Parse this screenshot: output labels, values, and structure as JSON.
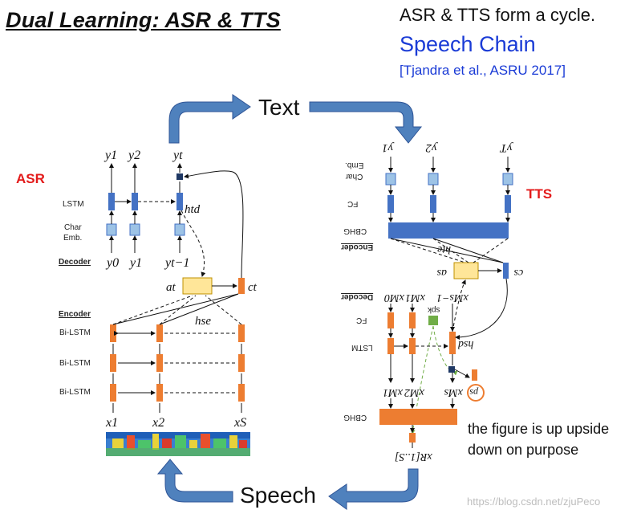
{
  "title": "Dual Learning: ASR & TTS",
  "cycle_note": "ASR & TTS form a cycle.",
  "speech_chain": "Speech Chain",
  "citation": "[Tjandra et al., ASRU 2017]",
  "cycle": {
    "text_label": "Text",
    "speech_label": "Speech"
  },
  "asr": {
    "tag": "ASR",
    "outputs": [
      "y1",
      "y2",
      "yt"
    ],
    "row_labels": {
      "lstm": "LSTM",
      "char_emb_1": "Char",
      "char_emb_2": "Emb.",
      "decoder": "Decoder",
      "encoder": "Encoder",
      "bilstm": "Bi-LSTM"
    },
    "decoder_inputs": [
      "y0",
      "y1",
      "yt−1"
    ],
    "attention": {
      "a": "at",
      "c": "ct",
      "hd": "htd",
      "he": "hse"
    },
    "inputs": [
      "x1",
      "x2",
      "xS"
    ]
  },
  "tts": {
    "tag": "TTS",
    "outputs": [
      "y1",
      "y2",
      "yT"
    ],
    "row_labels": {
      "emb": "Emb.",
      "char": "Char",
      "fc": "FC",
      "cbhg": "CBHG",
      "encoder": "Encoder",
      "decoder": "Decoder",
      "fc2": "FC",
      "lstm": "LSTM",
      "cbhg2": "CBHG"
    },
    "attention": {
      "a": "as",
      "c": "cs",
      "he": "hte",
      "hd": "hsd",
      "p": "ps",
      "spk": "spk"
    },
    "frames": [
      "xM0",
      "xM1",
      "xMs−1"
    ],
    "mel_out": [
      "xM1",
      "xM2",
      "xMs"
    ],
    "final_out": "xR[1..S]"
  },
  "note": "the figure is up upside down on purpose",
  "watermark": "https://blog.csdn.net/zjuPeco",
  "colors": {
    "lstm_dark": "#4472c4",
    "lstm_light": "#9dc3e6",
    "encoder_orange": "#ed7d31",
    "attention_yellow": "#ffe699",
    "cycle_blue": "#4f81bd",
    "speaker_green": "#70ad47",
    "title_blue": "#1a3bd6",
    "tag_red": "#e31a1a"
  }
}
